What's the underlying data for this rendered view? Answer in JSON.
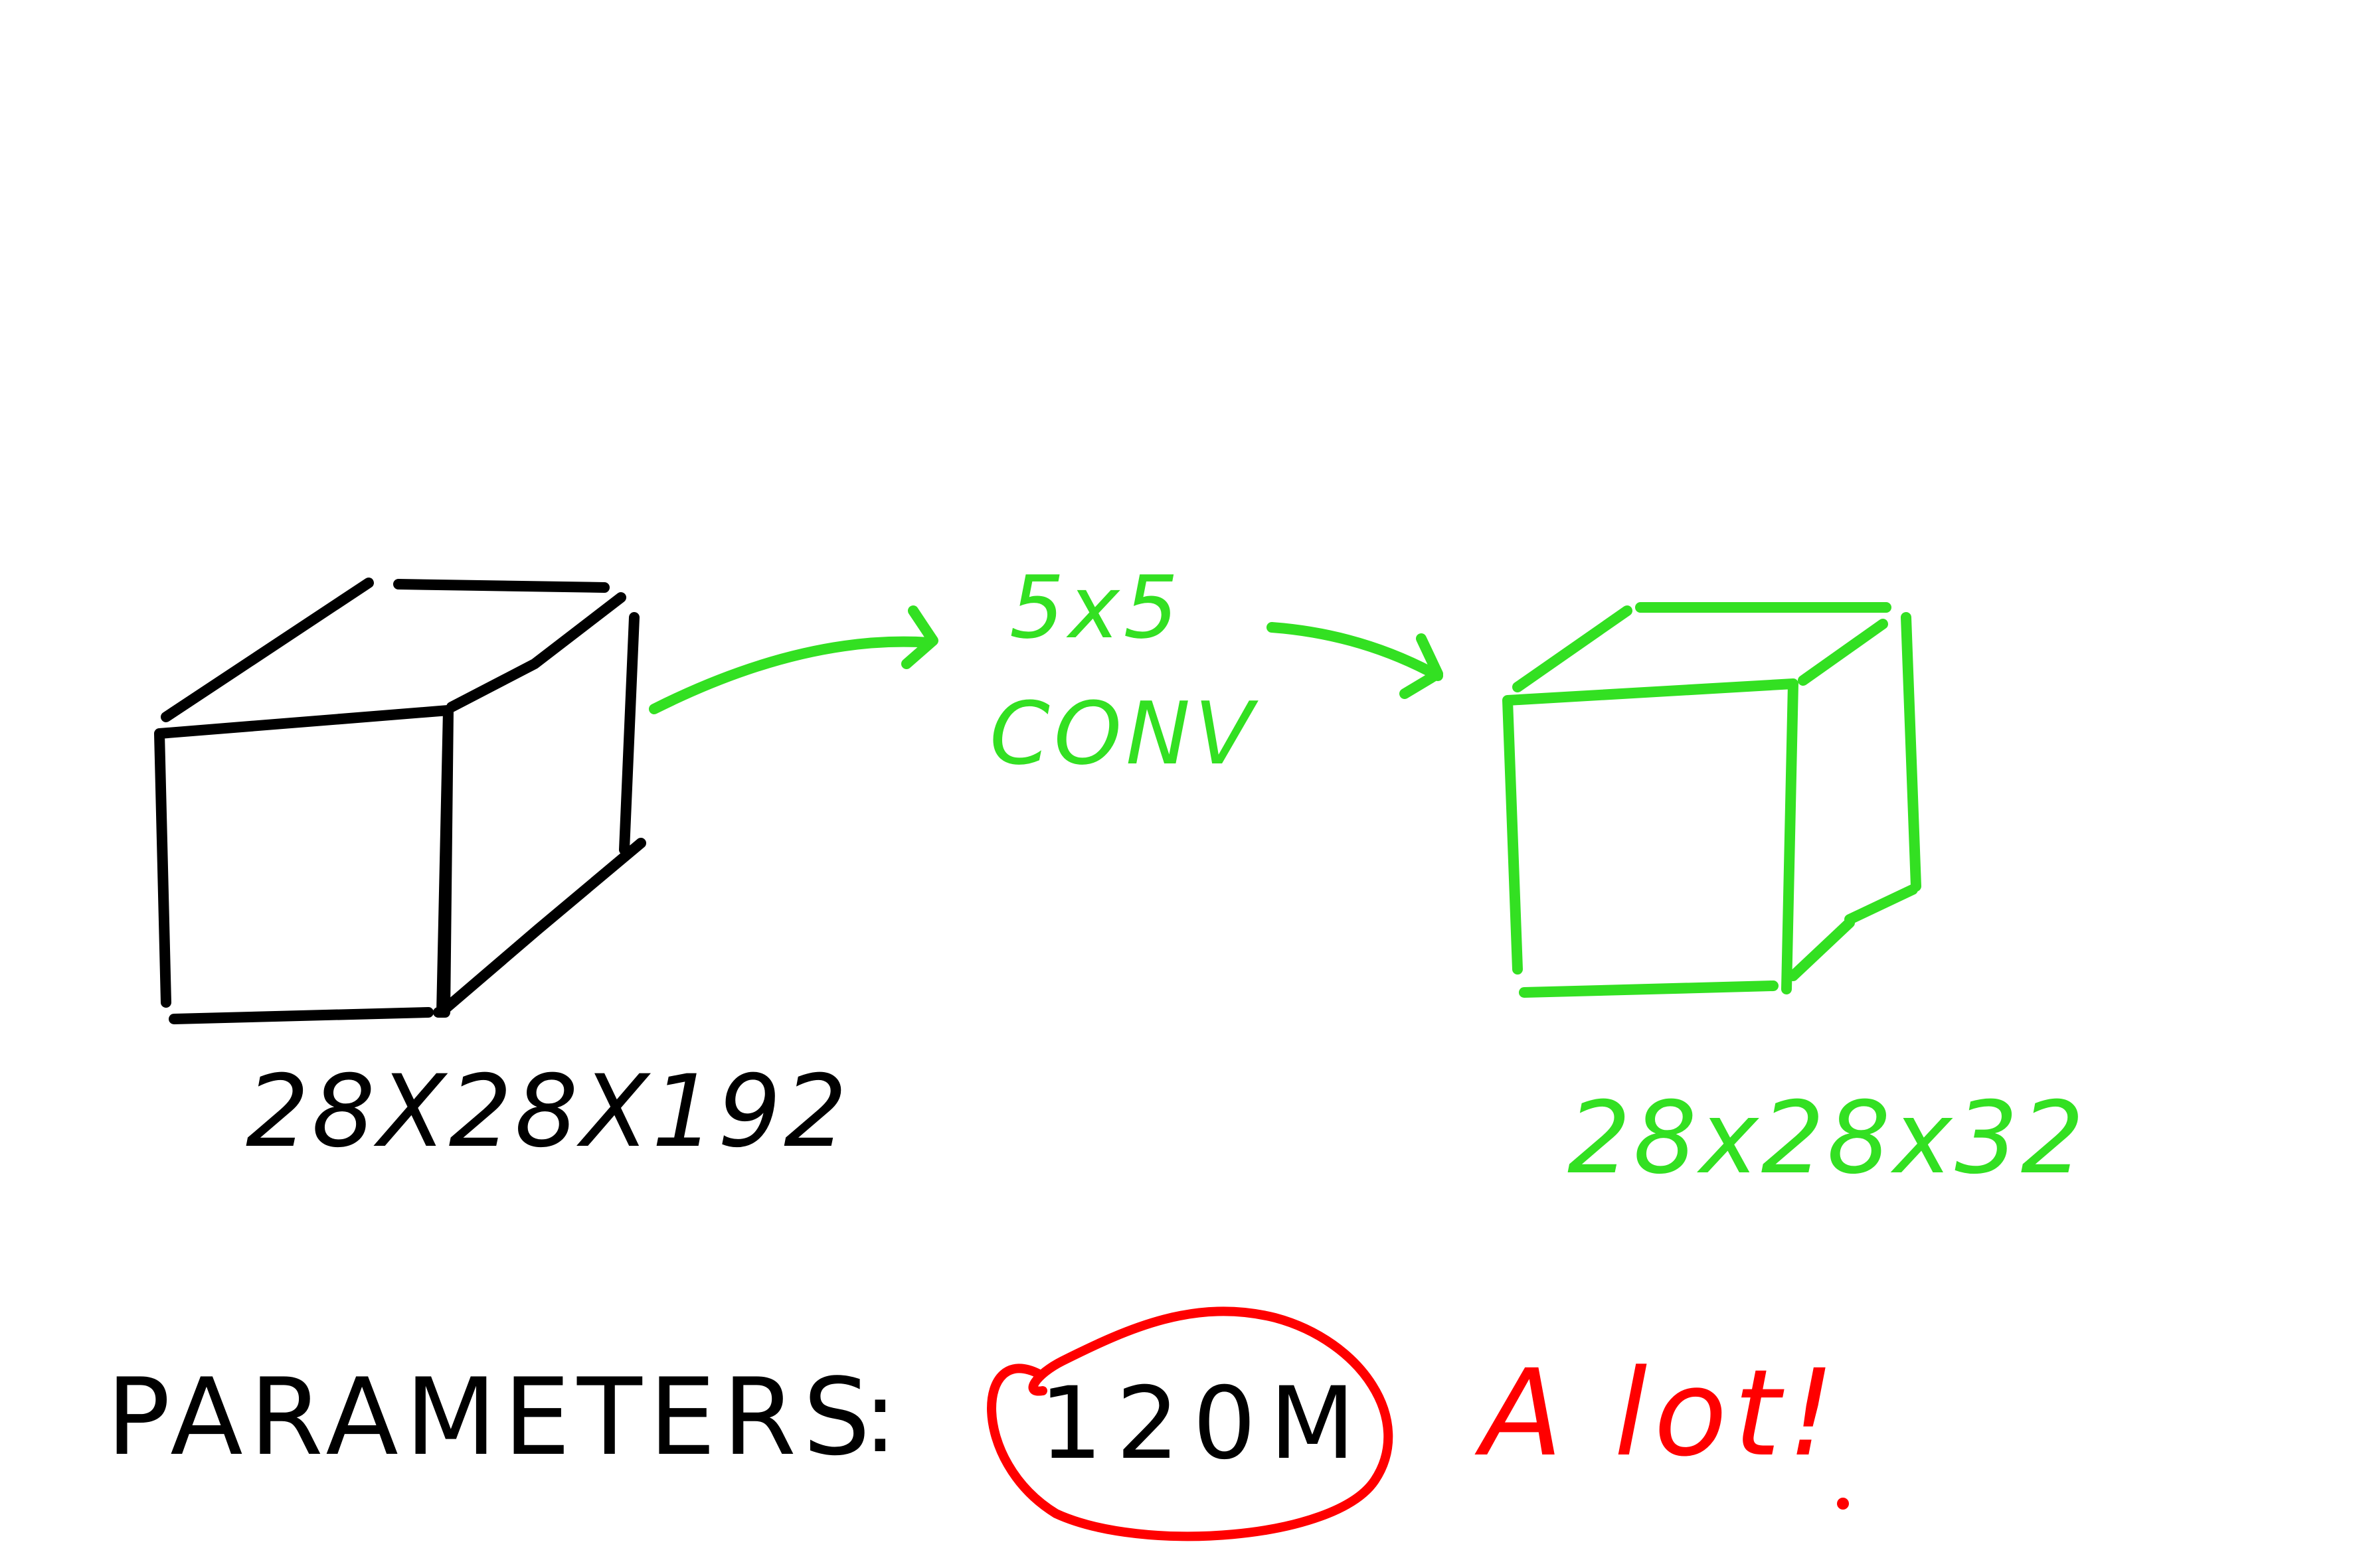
{
  "input_volume": {
    "dims": "28X28X192"
  },
  "operation": {
    "size": "5x5",
    "name": "CONV"
  },
  "output_volume": {
    "dims": "28x28x32"
  },
  "parameters": {
    "label": "PARAMETERS",
    "separator": ":",
    "value": "120M",
    "comment": "A lot!"
  },
  "colors": {
    "input": "#000000",
    "operation": "#33e022",
    "output": "#33e022",
    "highlight": "#ff0000"
  }
}
